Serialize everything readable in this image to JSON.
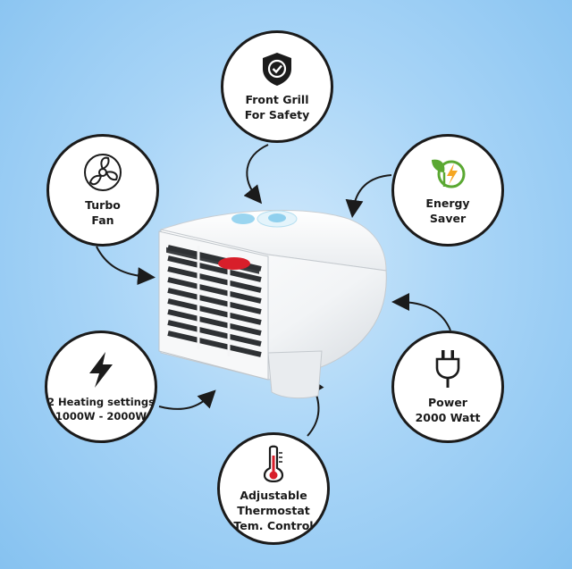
{
  "features": {
    "grill": {
      "label": "Front Grill\nFor Safety",
      "icon": "shield-check-icon"
    },
    "turbo": {
      "label": "Turbo\nFan",
      "icon": "fan-icon"
    },
    "energy": {
      "label": "Energy\nSaver",
      "icon": "leaf-bolt-icon"
    },
    "heating": {
      "label": "2 Heating settings\n1000W - 2000W",
      "icon": "lightning-icon"
    },
    "power": {
      "label": "Power\n2000 Watt",
      "icon": "plug-icon"
    },
    "thermo": {
      "label": "Adjustable\nThermostat\nTem. Control",
      "icon": "thermometer-icon"
    }
  },
  "colors": {
    "background": "#a9d5f7",
    "circle_border": "#1b1b1b",
    "leaf": "#5aa832",
    "bolt": "#f5a623",
    "knob": "#8fd0ee",
    "logo_red": "#d81e2a"
  }
}
